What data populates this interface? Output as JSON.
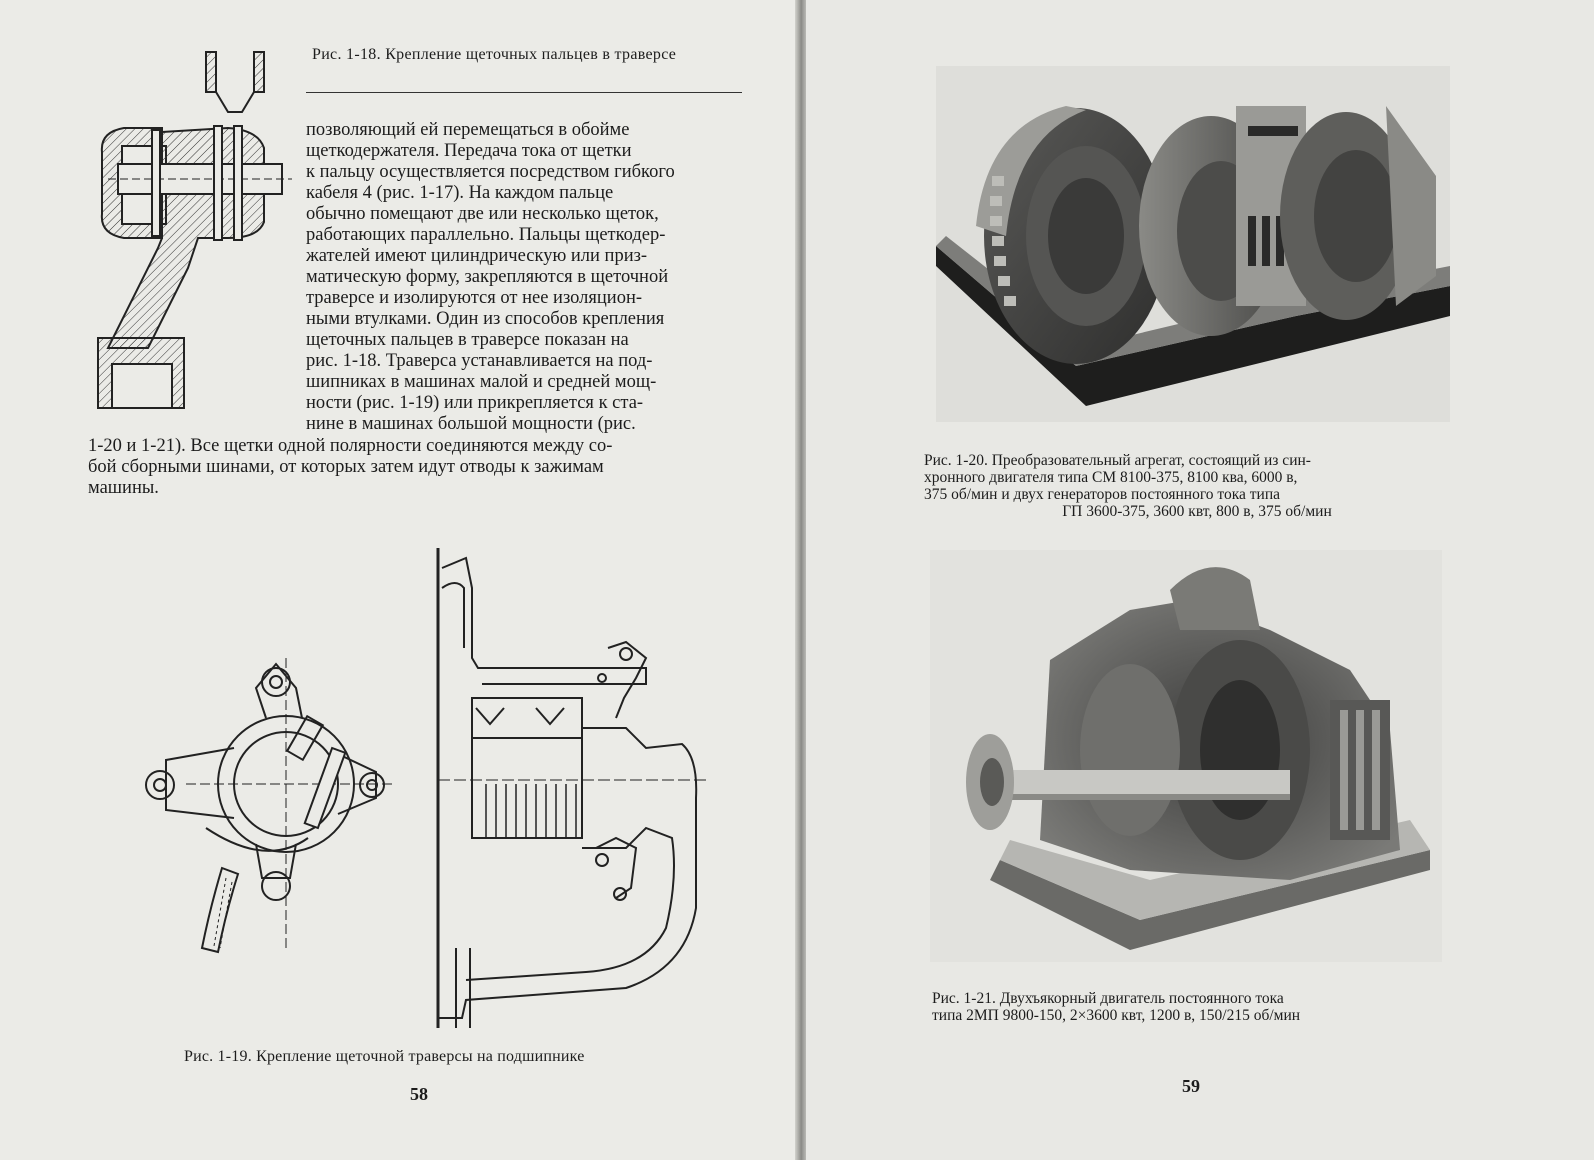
{
  "left_page": {
    "fig18_caption": "Рис. 1-18. Крепление щеточных пальцев в траверсе",
    "paragraph_wrapped": [
      "позволяющий ей перемещаться в обойме",
      "щеткодержателя. Передача тока от щетки",
      "к пальцу осуществляется посредством гибкого",
      "кабеля 4 (рис. 1-17). На каждом пальце",
      "обычно помещают две или несколько щеток,",
      "работающих параллельно. Пальцы щеткодер-",
      "жателей имеют цилиндрическую или приз-",
      "матическую форму, закрепляются в щеточной",
      "траверсе и изолируются от нее изоляцион-",
      "ными втулками. Один из способов крепления",
      "щеточных пальцев в траверсе показан на",
      "рис. 1-18. Траверса устанавливается на под-",
      "шипниках в машинах малой и средней мощ-",
      "ности (рис. 1-19) или прикрепляется к ста-",
      "нине в машинах большой мощности (рис."
    ],
    "paragraph_full": [
      "1-20 и 1-21). Все щетки одной полярности соединяются между со-",
      "бой сборными шинами, от которых затем идут отводы к зажимам",
      "машины."
    ],
    "fig19_caption": "Рис. 1-19. Крепление щеточной траверсы на подшипнике",
    "page_number": "58"
  },
  "right_page": {
    "fig20_caption": [
      "Рис. 1-20. Преобразовательный агрегат, состоящий из син-",
      "хронного двигателя типа СМ 8100-375, 8100 ква, 6000 в,",
      "375 об/мин и двух генераторов постоянного тока типа",
      "ГП 3600-375, 3600 квт, 800 в, 375 об/мин"
    ],
    "fig21_caption": [
      "Рис. 1-21. Двухъякорный двигатель постоянного тока",
      "типа 2МП 9800-150, 2×3600 квт, 1200 в, 150/215 об/мин"
    ],
    "page_number": "59"
  }
}
